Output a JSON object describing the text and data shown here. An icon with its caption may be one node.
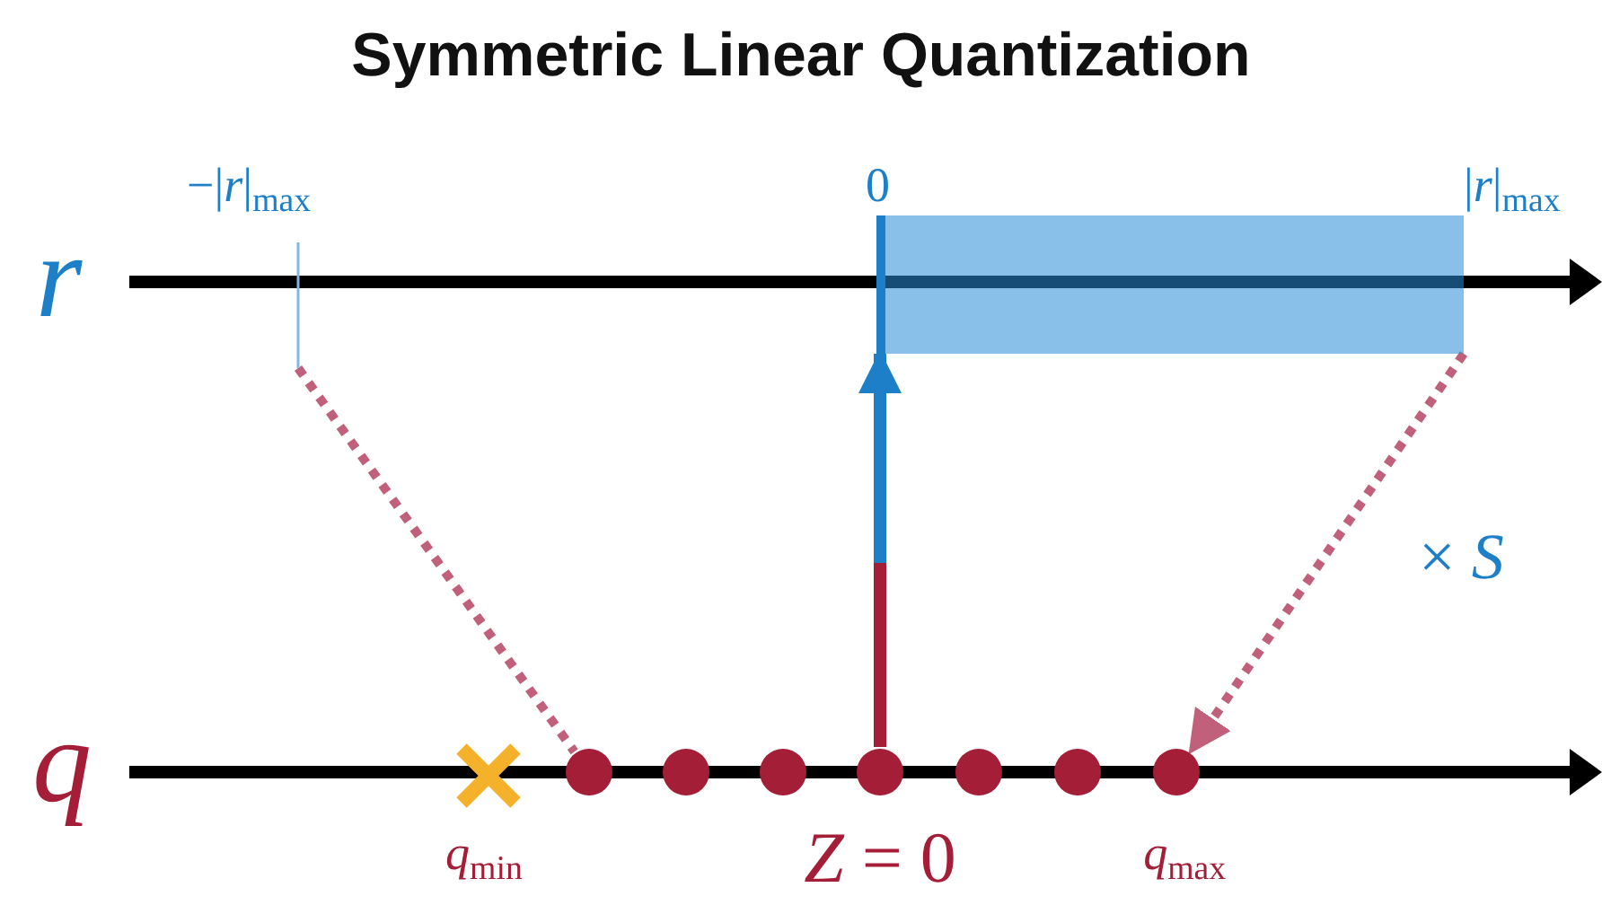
{
  "diagram": {
    "title": "Symmetric Linear Quantization",
    "nodes": [
      {
        "text": [
          "−|*r*|$_{max}$"
        ]
      },
      {
        "text": [],
        "shape": "bar"
      },
      {
        "text": [],
        "shape": "circle"
      },
      {
        "text": [],
        "shape": "circle"
      },
      {
        "text": [],
        "shape": "circle"
      },
      {
        "text": [],
        "shape": "circle",
        "beside": [
          "*Z* = 0"
        ]
      },
      {
        "text": [],
        "shape": "circle"
      },
      {
        "text": [],
        "shape": "circle"
      },
      {
        "text": [],
        "shape": "circle",
        "beside": [
          "*q*$_{max}$"
        ]
      }
    ],
    "edges": [
      {
        "from": 0,
        "to": 2,
        "arrow": "none",
        "style": "dashed",
        "color": "#c0607a"
      },
      {
        "from": 1,
        "to": 8,
        "arrow": "to",
        "style": "dashed",
        "color": "#c0607a"
      },
      {
        "from": 5,
        "to": 1,
        "arrow": "to"
      }
    ],
    "labels": [
      "r",
      "q",
      "0",
      "|*r*|$_{max}$",
      "× *S*",
      "*q*$_{min}$"
    ]
  }
}
